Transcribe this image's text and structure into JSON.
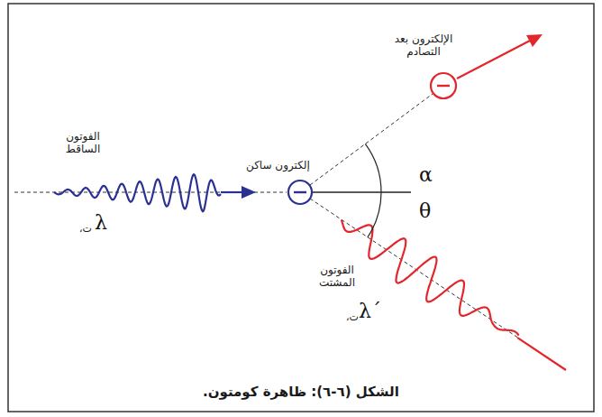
{
  "diagram": {
    "caption": "الشكل (٦-٦): ظاهرة كومتون.",
    "labels": [
      "الفوتون الساقط",
      "λ",
      "ت،",
      "إلكترون ساكن",
      "الإلكترون بعد التصادم",
      "α",
      "θ",
      "الفوتون المشتت",
      "λ´",
      "ت،"
    ]
  }
}
